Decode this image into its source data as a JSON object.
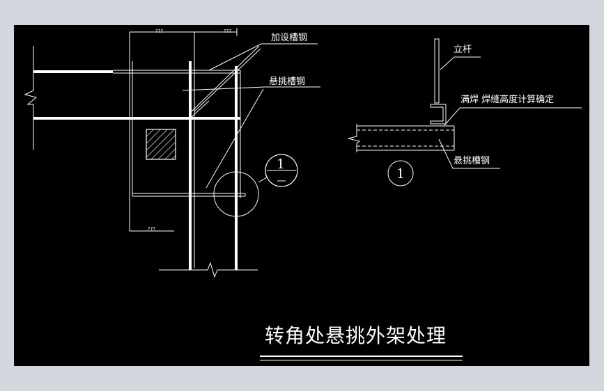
{
  "title": "转角处悬挑外架处理",
  "left_detail": {
    "dim_top_left": "???",
    "dim_top_right": "???",
    "dim_side": "???",
    "label_added_channel": "加设槽钢",
    "label_cantilever_channel": "悬挑槽钢",
    "callout_number": "1"
  },
  "right_detail": {
    "label_upright": "立杆",
    "label_weld": "满焊  焊缝高度计算确定",
    "label_cantilever_channel": "悬挑槽钢",
    "section_number": "1"
  },
  "colors": {
    "background": "#000000",
    "frame": "#d4d6de",
    "lines": "#ffffff",
    "hatch": "#ffffff"
  }
}
